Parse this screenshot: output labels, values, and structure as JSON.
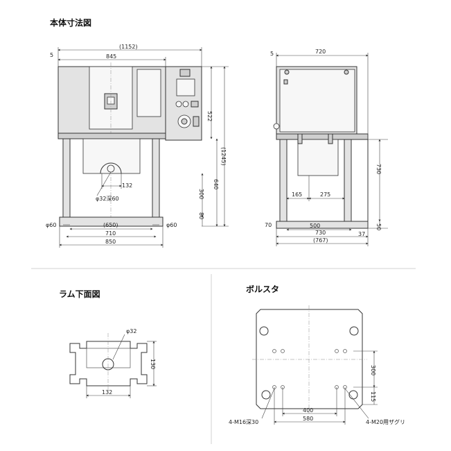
{
  "headings": {
    "main_view": "本体寸法図",
    "ram_view": "ラム下面図",
    "bolster": "ボルスタ"
  },
  "front_view": {
    "overall_width": "(1152)",
    "offset_left": "5",
    "body_width": "845",
    "upper_height": "522",
    "total_height": "(1245)",
    "table_height": "640",
    "ram_to_base": "300",
    "base_height": "80",
    "column_left": "φ60",
    "column_right": "φ60",
    "column_pitch_inner": "(650)",
    "column_pitch": "710",
    "base_width": "850",
    "ram_bore": "132",
    "ram_hole": "φ32深60"
  },
  "side_view": {
    "offset_left": "5",
    "depth": "720",
    "frame_height": "730",
    "col_offset": "165",
    "col_pitch": "275",
    "left_margin": "70",
    "base_inner": "500",
    "right_margin": "37",
    "base_depth": "730",
    "overall_depth": "(767)",
    "base_thickness": "50"
  },
  "ram_view": {
    "hole": "φ32",
    "height": "130",
    "width": "132"
  },
  "bolster": {
    "hole_pitch_y": "300",
    "edge_y": "115",
    "hole_pitch_x_inner": "400",
    "hole_pitch_x_outer": "580",
    "tap_note": "4-M16深30",
    "counterbore_note": "4-M20用ザグリ"
  }
}
